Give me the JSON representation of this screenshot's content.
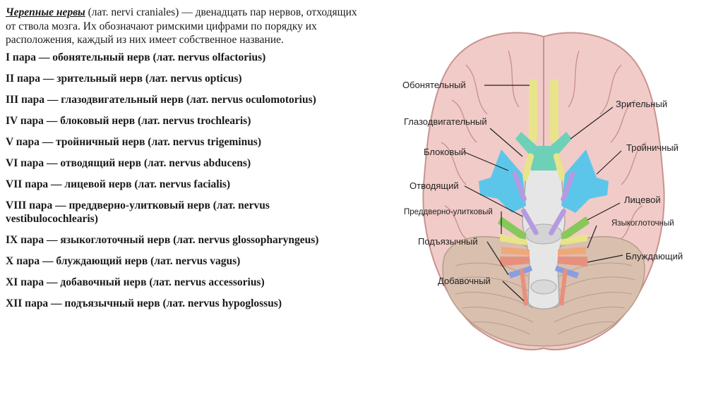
{
  "intro": {
    "term": "Черепные нервы",
    "rest": " (лат. nervi craniales) — двенадцать пар нервов, отходящих от ствола мозга. Их обозначают римскими цифрами по порядку их расположения, каждый из них имеет собственное название."
  },
  "pairs": [
    "I пара — обонятельный нерв (лат. nervus olfactorius)",
    "II пара — зрительный нерв (лат. nervus opticus)",
    "III пара — глазодвигательный нерв (лат. nervus oculomotorius)",
    "IV пара — блоковый нерв (лат. nervus trochlearis)",
    "V пара — тройничный нерв (лат. nervus trigeminus)",
    "VI пара — отводящий нерв (лат. nervus abducens)",
    "VII пара — лицевой нерв (лат. nervus facialis)",
    "VIII пара — преддверно-улитковый нерв (лат. nervus vestibulocochlearis)",
    "IX пара — языкоглоточный нерв (лат. nervus glossopharyngeus)",
    "X пара — блуждающий нерв (лат. nervus vagus)",
    "XI пара — добавочный нерв (лат. nervus accessorius)",
    "XII пара — подъязычный нерв (лат. nervus hypoglossus)"
  ],
  "diagram": {
    "labels": {
      "olfactory": "Обонятельный",
      "optic": "Зрительный",
      "oculomotor": "Глазодвигательный",
      "trochlear": "Блоковый",
      "trigeminal": "Тройничный",
      "abducens": "Отводящий",
      "facial": "Лицевой",
      "vestibulocochlear": "Преддверно-улитковый",
      "glossopharyngeal": "Языкоглоточный",
      "hypoglossal": "Подъязычный",
      "vagus": "Блуждающий",
      "accessory": "Добавочный"
    },
    "colors": {
      "cortex": "#f1cbc8",
      "cortex_line": "#c8938f",
      "cerebellum": "#d9bfae",
      "brainstem": "#e6e6e6",
      "olfactory": "#e8e48a",
      "optic": "#e8e48a",
      "oculomotor": "#6fd0b8",
      "trigeminal": "#5cc6ea",
      "abducens": "#b49be0",
      "facial": "#86c85a",
      "vestibulocochlear": "#e8e48a",
      "glossopharyngeal": "#f0a87a",
      "vagus": "#e8907e",
      "hypoglossal": "#8a9de0"
    }
  }
}
